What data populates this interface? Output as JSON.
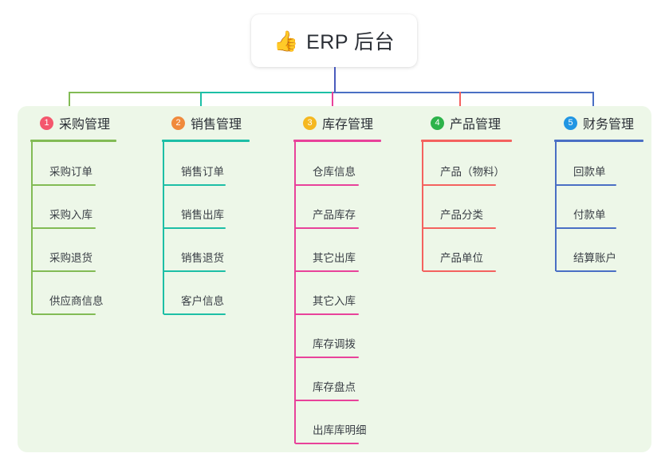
{
  "diagram": {
    "type": "mindmap",
    "title": {
      "icon": "thumbs-up-emoji",
      "emoji": "👍",
      "text": "ERP 后台"
    },
    "panel_color": "#edf7e8",
    "stem_color": "#4a5bbd",
    "columns": [
      {
        "index": "1",
        "label": "采购管理",
        "badge_color": "#f4576d",
        "line_color": "#82bb55",
        "items": [
          "采购订单",
          "采购入库",
          "采购退货",
          "供应商信息"
        ]
      },
      {
        "index": "2",
        "label": "销售管理",
        "badge_color": "#f08a3c",
        "line_color": "#1dbfa6",
        "items": [
          "销售订单",
          "销售出库",
          "销售退货",
          "客户信息"
        ]
      },
      {
        "index": "3",
        "label": "库存管理",
        "badge_color": "#f5b820",
        "line_color": "#e8429a",
        "items": [
          "仓库信息",
          "产品库存",
          "其它出库",
          "其它入库",
          "库存调拨",
          "库存盘点",
          "出库库明细"
        ]
      },
      {
        "index": "4",
        "label": "产品管理",
        "badge_color": "#2cb34a",
        "line_color": "#f4625f",
        "items": [
          "产品（物料）",
          "产品分类",
          "产品单位"
        ]
      },
      {
        "index": "5",
        "label": "财务管理",
        "badge_color": "#2196e3",
        "line_color": "#4a6fc4",
        "items": [
          "回款单",
          "付款单",
          "结算账户"
        ]
      }
    ]
  }
}
